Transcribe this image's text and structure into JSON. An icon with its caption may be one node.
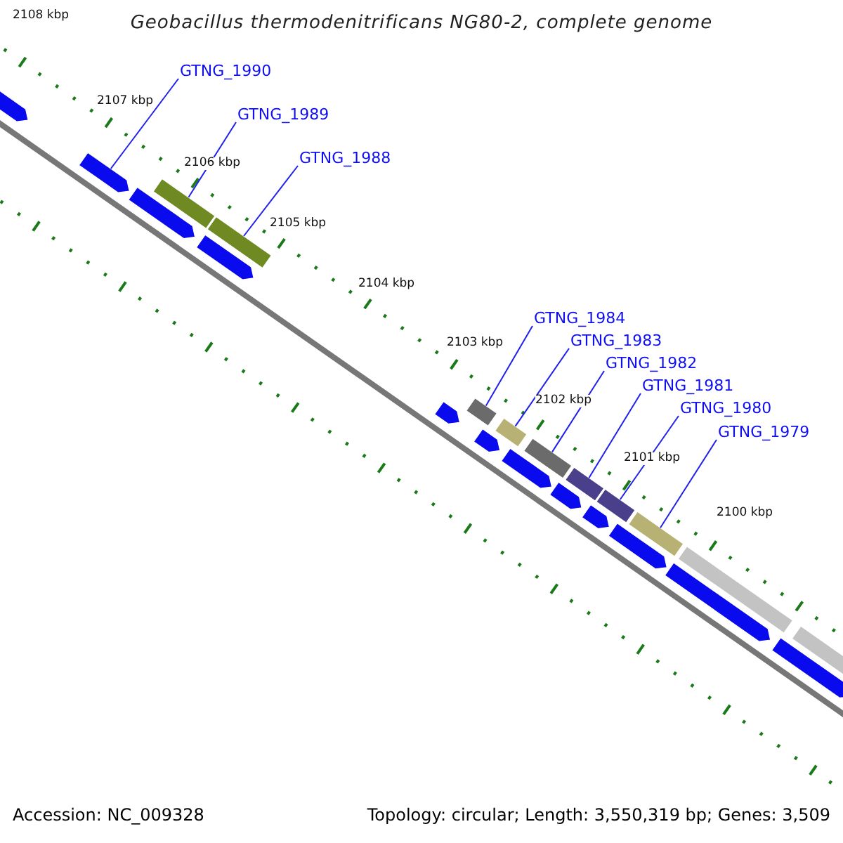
{
  "diagram": {
    "title": "Geobacillus thermodenitrificans NG80-2, complete genome",
    "nodes": [
      {
        "text": [
          "GTNG_1990"
        ]
      },
      {
        "text": [
          "GTNG_1989"
        ]
      },
      {
        "text": [
          "GTNG_1988"
        ]
      },
      {
        "text": [
          "GTNG_1984"
        ]
      },
      {
        "text": [
          "GTNG_1983"
        ]
      },
      {
        "text": [
          "GTNG_1982"
        ]
      },
      {
        "text": [
          "GTNG_1981"
        ]
      },
      {
        "text": [
          "GTNG_1980"
        ]
      },
      {
        "text": [
          "GTNG_1979"
        ]
      },
      {
        "text": [],
        "shape": "bar"
      },
      {
        "text": [],
        "shape": "bar"
      },
      {
        "text": [],
        "shape": "bar"
      },
      {
        "text": [],
        "shape": "bar"
      },
      {
        "text": [],
        "shape": "bar"
      },
      {
        "text": [],
        "shape": "bar"
      },
      {
        "text": [],
        "shape": "bar"
      },
      {
        "text": [],
        "shape": "bar"
      },
      {
        "text": [],
        "shape": "bar"
      },
      {
        "text": [],
        "shape": "bar"
      },
      {
        "text": [],
        "shape": "bar"
      },
      {
        "text": [],
        "shape": "bar"
      },
      {
        "text": [],
        "shape": "bar"
      },
      {
        "text": [],
        "shape": "bar"
      },
      {
        "text": [],
        "shape": "bar"
      },
      {
        "text": [],
        "shape": "bar"
      },
      {
        "text": [],
        "shape": "bar"
      },
      {
        "text": [],
        "shape": "bar"
      },
      {
        "text": [],
        "shape": "bar"
      },
      {
        "text": [],
        "shape": "bar"
      },
      {
        "text": [],
        "shape": "bar"
      },
      {
        "text": [],
        "shape": "bar"
      }
    ],
    "edges": [
      {
        "from": 0,
        "to": 9,
        "arrow": "none"
      },
      {
        "from": 1,
        "to": 10,
        "arrow": "none"
      },
      {
        "from": 2,
        "to": 11,
        "arrow": "none"
      },
      {
        "from": 3,
        "to": 12,
        "arrow": "none"
      },
      {
        "from": 4,
        "to": 13,
        "arrow": "none"
      },
      {
        "from": 5,
        "to": 14,
        "arrow": "none"
      },
      {
        "from": 6,
        "to": 15,
        "arrow": "none"
      },
      {
        "from": 7,
        "to": 16,
        "arrow": "none"
      },
      {
        "from": 8,
        "to": 17,
        "arrow": "none"
      }
    ],
    "labels": [
      "2108 kbp",
      "2107 kbp",
      "2106 kbp",
      "2105 kbp",
      "2104 kbp",
      "2103 kbp",
      "2102 kbp",
      "2101 kbp",
      "2100 kbp",
      "Accession: NC_009328",
      "Topology: circular; Length: 3,550,319 bp; Genes: 3,509"
    ]
  }
}
